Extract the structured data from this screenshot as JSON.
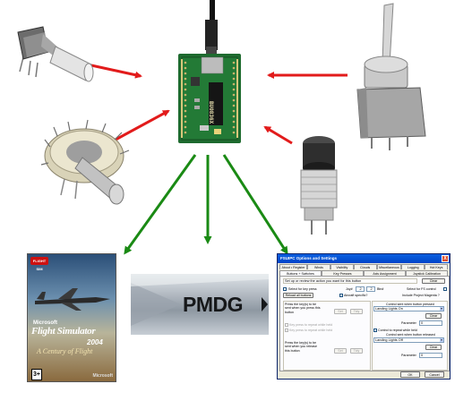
{
  "chip_label": "BU0836X",
  "fsx": {
    "badge": "FLIGHT SIM",
    "brand": "Microsoft",
    "title": "Flight Simulator",
    "year": "2004",
    "subtitle": "A Century of Flight",
    "rating": "3+",
    "publisher": "Microsoft"
  },
  "pmdg": {
    "wordmark": "PMDG"
  },
  "fsuipc": {
    "window_title": "FSUIPC Options and Settings",
    "close_glyph": "X",
    "tabs_row1": [
      "About • Register",
      "Winds",
      "Visibility",
      "Clouds",
      "Miscellaneous",
      "Logging",
      "Hot Keys"
    ],
    "tabs_row2": [
      "Buttons + Switches",
      "Key Presses",
      "Axis Assignment",
      "Joystick Calibration"
    ],
    "instruction": "Set up or review the action you want for this button",
    "clear_label": "Clear",
    "select_key_label": "Select for key press",
    "joy_label": "Joy#",
    "joy_value": "2",
    "btn_label": "Btn#",
    "btn_value": "2",
    "select_fs_label": "Select for FS control",
    "reload_label": "Reload all buttons",
    "aircraft_specific": "Aircraft specific?",
    "include_prop": "Include Project Magenta ?",
    "press_key_label": "Press the key(s) to be sent when you press this button",
    "set_label": "Set",
    "tidy_label": "Tidy",
    "control_pressed_label": "Control sent when button pressed",
    "control_pressed_value": "Landing Lights On",
    "parameter_label": "Parameter",
    "parameter_value": "0",
    "repeat_key_dim": "Key press to repeat while held",
    "repeat_ctrl_dim": "Control to repeat while held",
    "control_released_label": "Control sent when button released",
    "control_released_value": "Landing Lights Off",
    "release_key_label": "Press the key(s) to be sent when you release this button",
    "ok_label": "OK",
    "cancel_label": "Cancel"
  }
}
